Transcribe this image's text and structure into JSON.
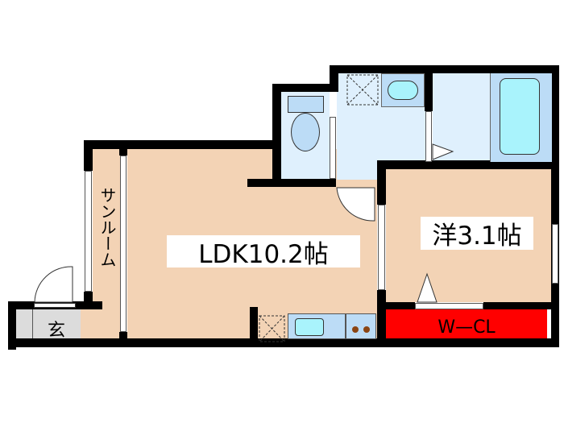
{
  "floorplan": {
    "rooms": {
      "ldk": {
        "label": "LDK10.2帖",
        "area_jo": 10.2
      },
      "western": {
        "label": "洋3.1帖",
        "area_jo": 3.1
      },
      "sunroom": {
        "label": "サンルーム"
      },
      "entrance": {
        "label": "玄"
      },
      "closet": {
        "label": "W—CL"
      },
      "toilet": {
        "label": ""
      },
      "washroom": {
        "label": ""
      },
      "bathroom": {
        "label": ""
      }
    },
    "colors": {
      "wall": "#000000",
      "wood_floor": "#f3d3b5",
      "wet_floor": "#dff0fd",
      "fixture": "#bcdcf6",
      "fixture_water": "#a9f3fc",
      "entrance_floor": "#dcdcdc",
      "closet": "#ff0000",
      "stove_burner": "#8b4513"
    }
  }
}
